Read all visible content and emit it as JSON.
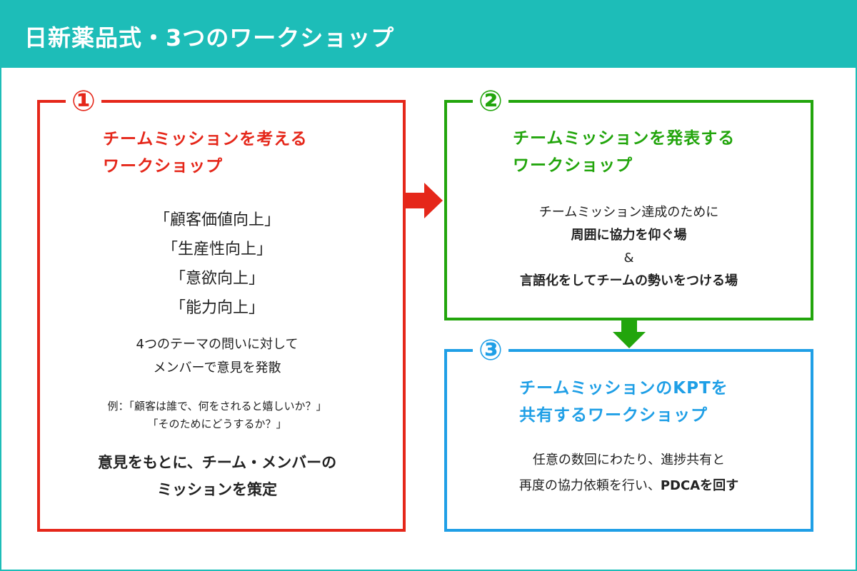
{
  "header": {
    "title": "日新薬品式・3つのワークショップ"
  },
  "colors": {
    "header": "#1dbdb8",
    "step1": "#e5271a",
    "step2": "#22a50c",
    "step3": "#1f9fe6"
  },
  "step1": {
    "number": "①",
    "title_line1": "チームミッションを考える",
    "title_line2": "ワークショップ",
    "themes": [
      "「顧客価値向上」",
      "「生産性向上」",
      "「意欲向上」",
      "「能力向上」"
    ],
    "desc_line1": "4つのテーマの問いに対して",
    "desc_line2": "メンバーで意見を発散",
    "example_line1": "例：「顧客は誰で、何をされると嬉しいか？」",
    "example_line2": "「そのためにどうするか？」",
    "result_line1": "意見をもとに、チーム・メンバーの",
    "result_line2": "ミッションを策定"
  },
  "step2": {
    "number": "②",
    "title_line1": "チームミッションを発表する",
    "title_line2": "ワークショップ",
    "line1": "チームミッション達成のために",
    "line2": "周囲に協力を仰ぐ場",
    "line3": "&",
    "line4": "言語化をしてチームの勢いをつける場"
  },
  "step3": {
    "number": "③",
    "title_line1": "チームミッションのKPTを",
    "title_line2": "共有するワークショップ",
    "line1": "任意の数回にわたり、進捗共有と",
    "line2_prefix": "再度の協力依頼を行い、",
    "line2_bold": "PDCAを回す"
  }
}
